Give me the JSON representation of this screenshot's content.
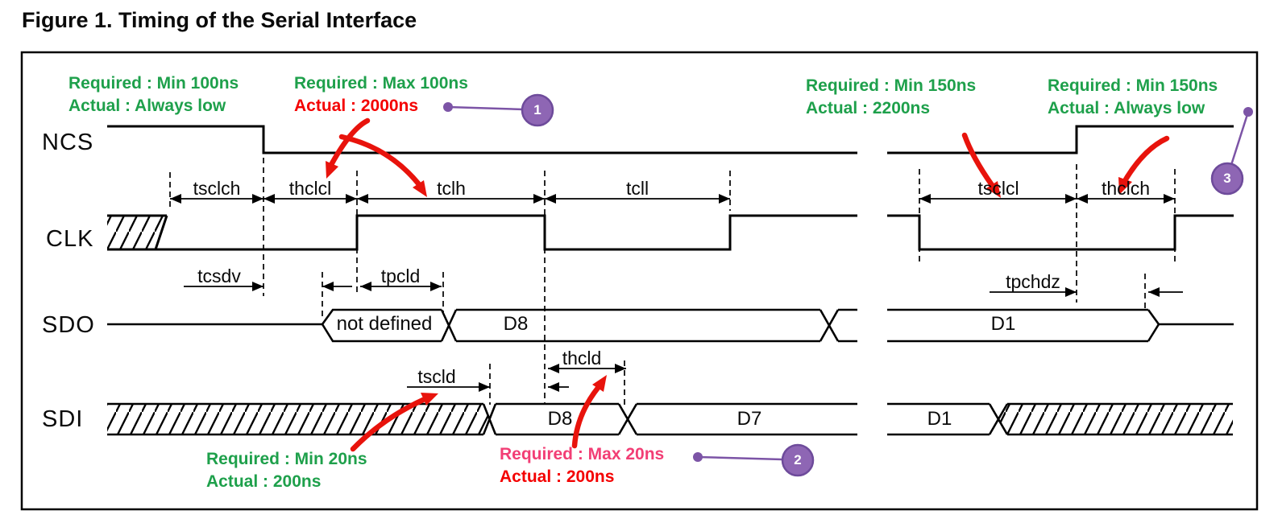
{
  "title": "Figure 1. Timing of the Serial Interface",
  "signals": {
    "ncs": "NCS",
    "clk": "CLK",
    "sdo": "SDO",
    "sdi": "SDI"
  },
  "timing": {
    "tsclch": "tsclch",
    "thclcl": "thclcl",
    "tclh": "tclh",
    "tcll": "tcll",
    "tsclcl": "tsclcl",
    "thclch": "thclch",
    "tcsdv": "tcsdv",
    "tpcld": "tpcld",
    "tscld": "tscld",
    "thcld": "thcld",
    "tpchdz": "tpchdz"
  },
  "bus_labels": {
    "sdo_not_defined": "not defined",
    "sdo_d8": "D8",
    "sdo_d1": "D1",
    "sdi_d8": "D8",
    "sdi_d7": "D7",
    "sdi_d1": "D1"
  },
  "annotations": [
    {
      "required": "Required : Min 100ns",
      "actual": "Actual : Always low",
      "required_color": "#1EA04B",
      "actual_color": "#1EA04B"
    },
    {
      "required": "Required : Max 100ns",
      "actual": "Actual : 2000ns",
      "required_color": "#1EA04B",
      "actual_color": "#F40000"
    },
    {
      "required": "Required : Min 150ns",
      "actual": "Actual : 2200ns",
      "required_color": "#1EA04B",
      "actual_color": "#1EA04B"
    },
    {
      "required": "Required : Min 150ns",
      "actual": "Actual : Always low",
      "required_color": "#1EA04B",
      "actual_color": "#1EA04B"
    },
    {
      "required": "Required : Min 20ns",
      "actual": "Actual : 200ns",
      "required_color": "#1EA04B",
      "actual_color": "#1EA04B"
    },
    {
      "required": "Required : Max 20ns",
      "actual": "Actual : 200ns",
      "required_color": "#F23E75",
      "actual_color": "#F40000"
    }
  ],
  "callouts": [
    {
      "label": "1"
    },
    {
      "label": "2"
    },
    {
      "label": "3"
    }
  ],
  "colors": {
    "green": "#1EA04B",
    "red": "#F40000",
    "pink": "#F23E75",
    "arrow_red": "#E8130C",
    "purple_fill": "#8E66B4",
    "purple_stroke": "#6E4B9B",
    "purple_line": "#7C54A6",
    "signal": "#000000"
  }
}
